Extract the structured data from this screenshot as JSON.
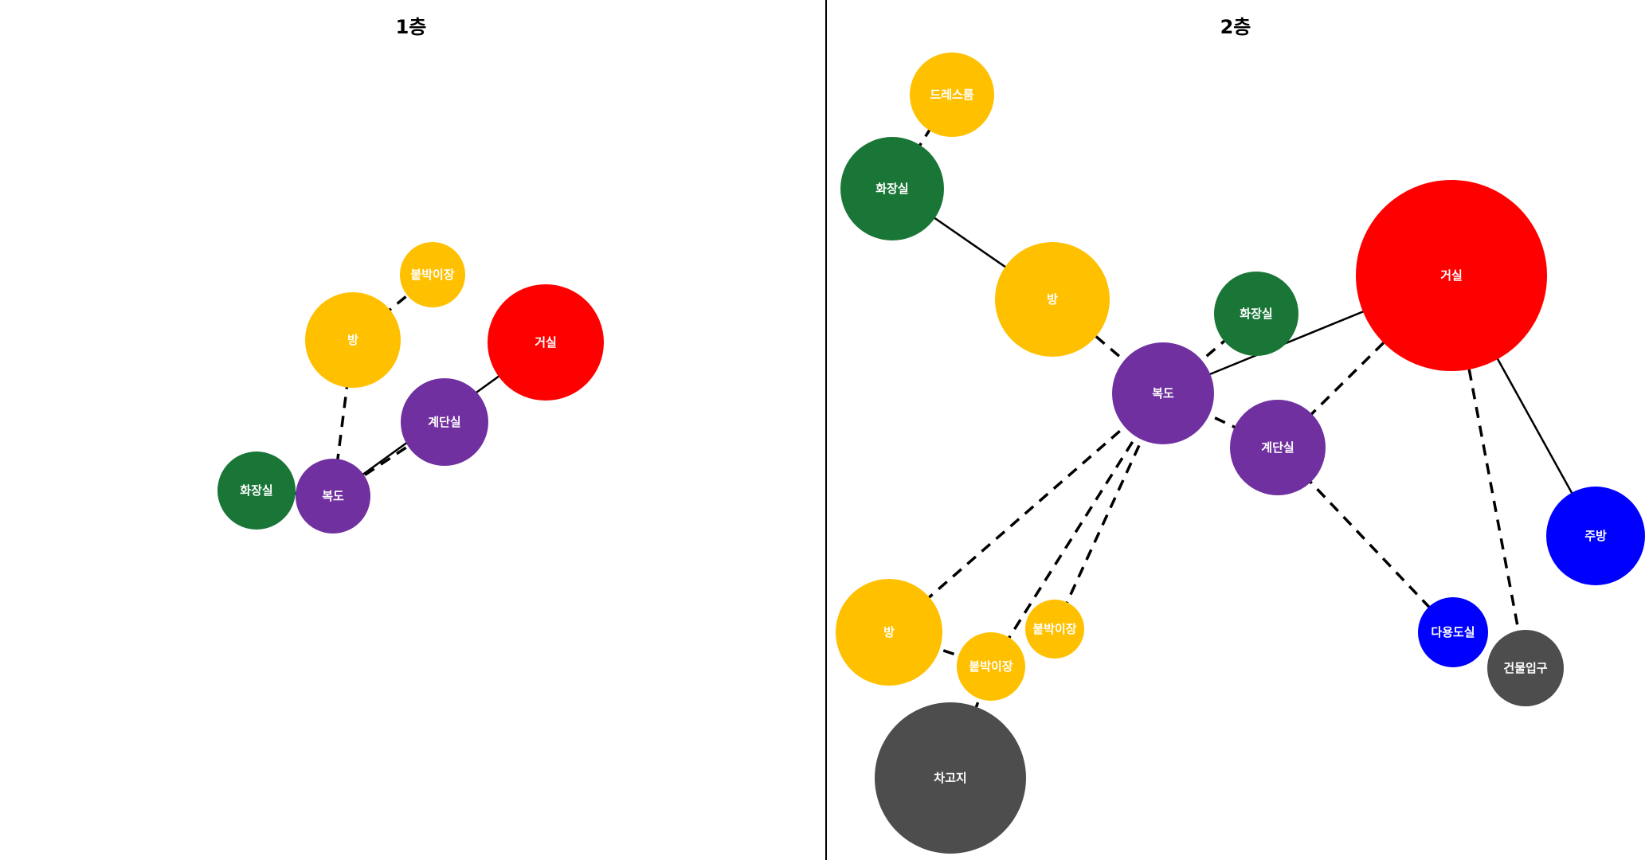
{
  "panels": [
    {
      "id": "floor1",
      "title": "1층",
      "nodes": [
        {
          "id": "builtin",
          "label": "붙박이장",
          "color": "#FFC000"
        },
        {
          "id": "room",
          "label": "방",
          "color": "#FFC000"
        },
        {
          "id": "living",
          "label": "거실",
          "color": "#FF0000"
        },
        {
          "id": "stairs",
          "label": "계단실",
          "color": "#7030A0"
        },
        {
          "id": "bath",
          "label": "화장실",
          "color": "#1A7637"
        },
        {
          "id": "hall",
          "label": "복도",
          "color": "#7030A0"
        }
      ],
      "edges": [
        {
          "from": "room",
          "to": "builtin",
          "style": "dashed"
        },
        {
          "from": "room",
          "to": "hall",
          "style": "dashed"
        },
        {
          "from": "hall",
          "to": "living",
          "style": "solid"
        },
        {
          "from": "hall",
          "to": "stairs",
          "style": "dashed"
        },
        {
          "from": "bath",
          "to": "hall",
          "style": "dashed"
        }
      ]
    },
    {
      "id": "floor2",
      "title": "2층",
      "nodes": [
        {
          "id": "dress",
          "label": "드레스룸",
          "color": "#FFC000"
        },
        {
          "id": "bath_a",
          "label": "화장실",
          "color": "#1A7637"
        },
        {
          "id": "room_a",
          "label": "방",
          "color": "#FFC000"
        },
        {
          "id": "bath_b",
          "label": "화장실",
          "color": "#1A7637"
        },
        {
          "id": "living",
          "label": "거실",
          "color": "#FF0000"
        },
        {
          "id": "hall",
          "label": "복도",
          "color": "#7030A0"
        },
        {
          "id": "stairs",
          "label": "계단실",
          "color": "#7030A0"
        },
        {
          "id": "kitchen",
          "label": "주방",
          "color": "#0000FF"
        },
        {
          "id": "room_b",
          "label": "방",
          "color": "#FFC000"
        },
        {
          "id": "builtin_a",
          "label": "붙박이장",
          "color": "#FFC000"
        },
        {
          "id": "builtin_b",
          "label": "붙박이장",
          "color": "#FFC000"
        },
        {
          "id": "multi",
          "label": "다용도실",
          "color": "#0000FF"
        },
        {
          "id": "entrance",
          "label": "건물입구",
          "color": "#4D4D4D"
        },
        {
          "id": "garage",
          "label": "차고지",
          "color": "#4D4D4D"
        }
      ],
      "edges": [
        {
          "from": "dress",
          "to": "bath_a",
          "style": "dashed"
        },
        {
          "from": "bath_a",
          "to": "room_a",
          "style": "solid"
        },
        {
          "from": "room_a",
          "to": "hall",
          "style": "dashed"
        },
        {
          "from": "hall",
          "to": "bath_b",
          "style": "dashed"
        },
        {
          "from": "hall",
          "to": "living",
          "style": "solid"
        },
        {
          "from": "living",
          "to": "stairs",
          "style": "dashed"
        },
        {
          "from": "living",
          "to": "kitchen",
          "style": "solid"
        },
        {
          "from": "living",
          "to": "entrance",
          "style": "dashed"
        },
        {
          "from": "hall",
          "to": "stairs",
          "style": "dashed"
        },
        {
          "from": "stairs",
          "to": "multi",
          "style": "dashed"
        },
        {
          "from": "hall",
          "to": "room_b",
          "style": "dashed"
        },
        {
          "from": "hall",
          "to": "builtin_a",
          "style": "dashed"
        },
        {
          "from": "hall",
          "to": "builtin_b",
          "style": "dashed"
        },
        {
          "from": "room_b",
          "to": "builtin_a",
          "style": "dashed"
        },
        {
          "from": "builtin_a",
          "to": "garage",
          "style": "dashed"
        }
      ]
    }
  ]
}
